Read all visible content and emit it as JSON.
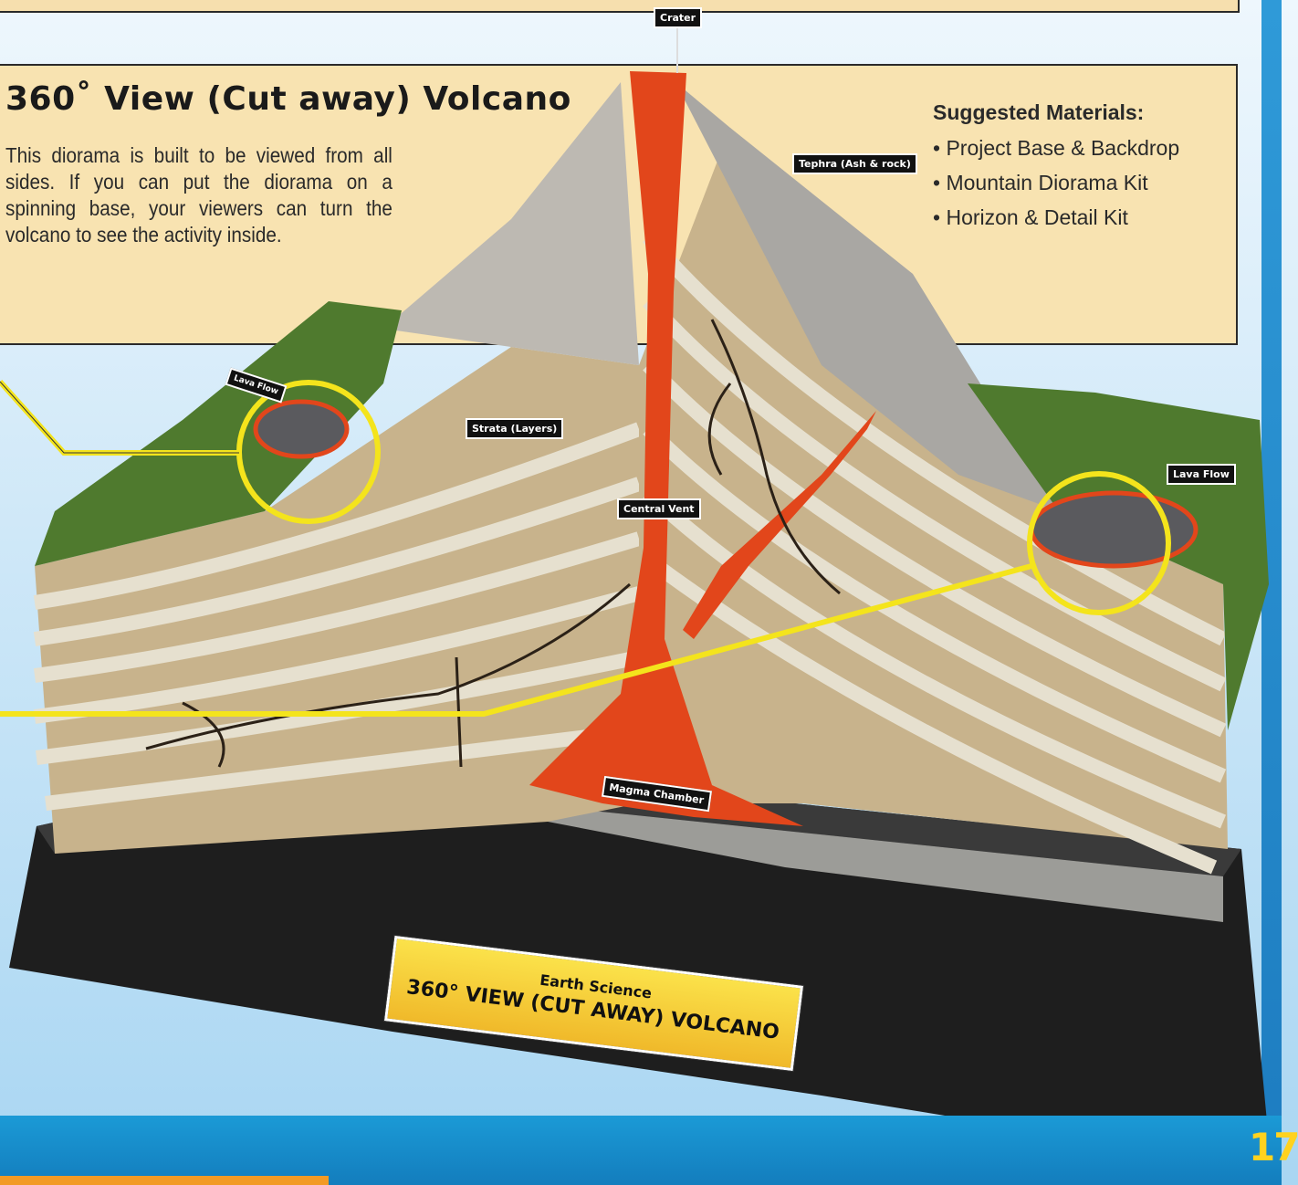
{
  "page": {
    "title": "360˚ View (Cut away) Volcano",
    "description": "This diorama is built to be viewed from all sides. If you can put the diorama on a spinning base, your viewers can turn the volcano to see the activity inside.",
    "page_number": "17"
  },
  "materials": {
    "heading": "Suggested Materials:",
    "items": [
      "Project Base & Backdrop",
      "Mountain Diorama Kit",
      "Horizon & Detail Kit"
    ]
  },
  "labels": {
    "crater": "Crater",
    "tephra": "Tephra (Ash & rock)",
    "lava_flow_left": "Lava Flow",
    "lava_flow_right": "Lava Flow",
    "strata": "Strata (Layers)",
    "central_vent": "Central Vent",
    "magma_chamber": "Magma Chamber"
  },
  "plaque": {
    "line1": "Earth Science",
    "line2": "360° VIEW (CUT AWAY) VOLCANO"
  },
  "colors": {
    "box_bg": "#f8e3b1",
    "highlight": "#f4e41c",
    "lava": "#e2461b",
    "brand_blue": "#1b9ad6",
    "page_number": "#ffd21f"
  }
}
